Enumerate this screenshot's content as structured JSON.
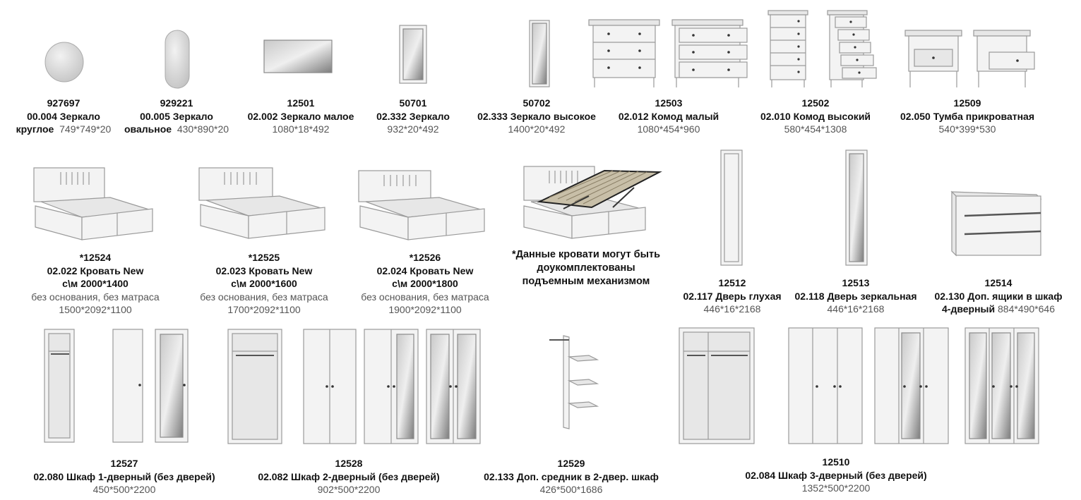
{
  "colors": {
    "text": "#111111",
    "dims": "#555555",
    "furniture_fill": "#f3f3f3",
    "furniture_stroke": "#9a9a9a",
    "mirror_dark": "#8a8a8a"
  },
  "row1": [
    {
      "code": "927697",
      "name_line1": "00.004 Зеркало",
      "name_line2": "круглое",
      "dims": "749*749*20",
      "icon": "round-mirror-icon"
    },
    {
      "code": "929221",
      "name_line1": "00.005 Зеркало",
      "name_line2": "овальное",
      "dims": "430*890*20",
      "icon": "oval-mirror-icon"
    },
    {
      "code": "12501",
      "name": "02.002 Зеркало малое",
      "dims": "1080*18*492",
      "icon": "wide-mirror-icon"
    },
    {
      "code": "50701",
      "name": "02.332 Зеркало",
      "dims": "932*20*492",
      "icon": "framed-mirror-icon"
    },
    {
      "code": "50702",
      "name": "02.333 Зеркало высокое",
      "dims": "1400*20*492",
      "icon": "tall-mirror-icon"
    },
    {
      "code": "12503",
      "name": "02.012  Комод малый",
      "dims": "1080*454*960",
      "icon": "small-chest-icon"
    },
    {
      "code": "12502",
      "name": "02.010  Комод высокий",
      "dims": "580*454*1308",
      "icon": "tall-chest-icon"
    },
    {
      "code": "12509",
      "name": "02.050 Тумба прикроватная",
      "dims": "540*399*530",
      "icon": "nightstand-icon"
    }
  ],
  "row2": [
    {
      "code": "*12524",
      "name_line1": "02.022 Кровать New",
      "name_line2": "с\\м 2000*1400",
      "note": "без основания, без матраса",
      "dims": "1500*2092*1100",
      "icon": "bed-icon"
    },
    {
      "code": "*12525",
      "name_line1": "02.023 Кровать New",
      "name_line2": "с\\м 2000*1600",
      "note": "без основания, без матраса",
      "dims": "1700*2092*1100",
      "icon": "bed-icon"
    },
    {
      "code": "*12526",
      "name_line1": "02.024 Кровать New",
      "name_line2": "с\\м 2000*1800",
      "note": "без основания, без матраса",
      "dims": "1900*2092*1100",
      "icon": "bed-icon"
    },
    {
      "code": "12512",
      "name": "02.117 Дверь глухая",
      "dims": "446*16*2168",
      "icon": "solid-door-icon"
    },
    {
      "code": "12513",
      "name": "02.118 Дверь зеркальная",
      "dims": "446*16*2168",
      "icon": "mirror-door-icon"
    },
    {
      "code": "12514",
      "name_line1": "02.130 Доп. ящики в шкаф",
      "name_line2": "4-дверный",
      "dims": "884*490*646",
      "icon": "drawer-insert-icon"
    }
  ],
  "lift_note": {
    "line1": "*Данные кровати могут быть",
    "line2": "доукомплектованы",
    "line3": "подъемным механизмом"
  },
  "row3": [
    {
      "code": "12527",
      "name": "02.080 Шкаф 1-дверный (без дверей)",
      "dims": "450*500*2200",
      "icon": "wardrobe-1-door-icon"
    },
    {
      "code": "12528",
      "name": "02.082 Шкаф 2-дверный (без дверей)",
      "dims": "902*500*2200",
      "icon": "wardrobe-2-door-icon"
    },
    {
      "code": "12529",
      "name": "02.133 Доп. средник в 2-двер. шкаф",
      "dims": "426*500*1686",
      "icon": "shelf-insert-icon"
    },
    {
      "code": "12510",
      "name": "02.084 Шкаф 3-дверный (без дверей)",
      "dims": "1352*500*2200",
      "icon": "wardrobe-3-door-icon"
    }
  ]
}
